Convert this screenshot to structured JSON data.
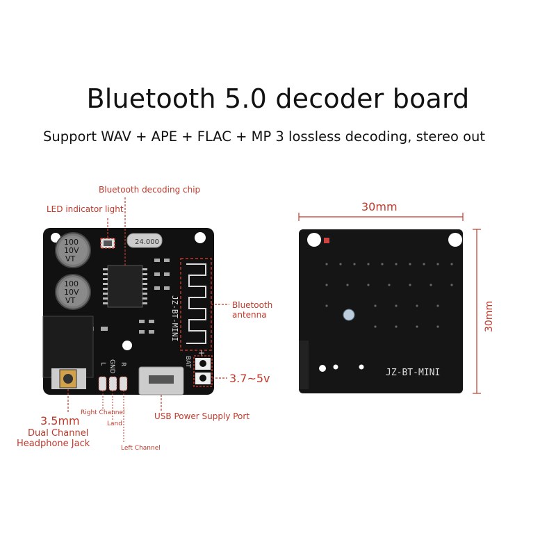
{
  "heading": {
    "title": "Bluetooth 5.0 decoder board",
    "subtitle": "Support WAV + APE + FLAC + MP 3 lossless decoding, stereo out"
  },
  "callouts": {
    "bluetooth_chip": "Bluetooth decoding chip",
    "led_indicator": "LED indicator light",
    "antenna_line1": "Bluetooth",
    "antenna_line2": "antenna",
    "voltage": "3.7~5v",
    "usb_port": "USB Power Supply Port",
    "jack_size": "3.5mm",
    "jack_line1": "Dual Channel",
    "jack_line2": "Headphone Jack",
    "right_channel": "Right Channel",
    "land": "Land",
    "left_channel": "Left Channel"
  },
  "dimensions": {
    "width": "30mm",
    "height": "30mm"
  },
  "board_silkscreen": {
    "model": "JZ-BT-MINI",
    "back_model": "JZ-BT-MINI",
    "cap_top": [
      "100",
      "10V",
      "VT"
    ],
    "cap_bottom": [
      "100",
      "10V",
      "VT"
    ],
    "crystal": "24.000",
    "bat": "BAT",
    "plus": "+",
    "pin_r": "R",
    "pin_gnd": "GND",
    "pin_l": "L"
  },
  "colors": {
    "callout_red": "#c0392b",
    "board_black": "#111111"
  }
}
